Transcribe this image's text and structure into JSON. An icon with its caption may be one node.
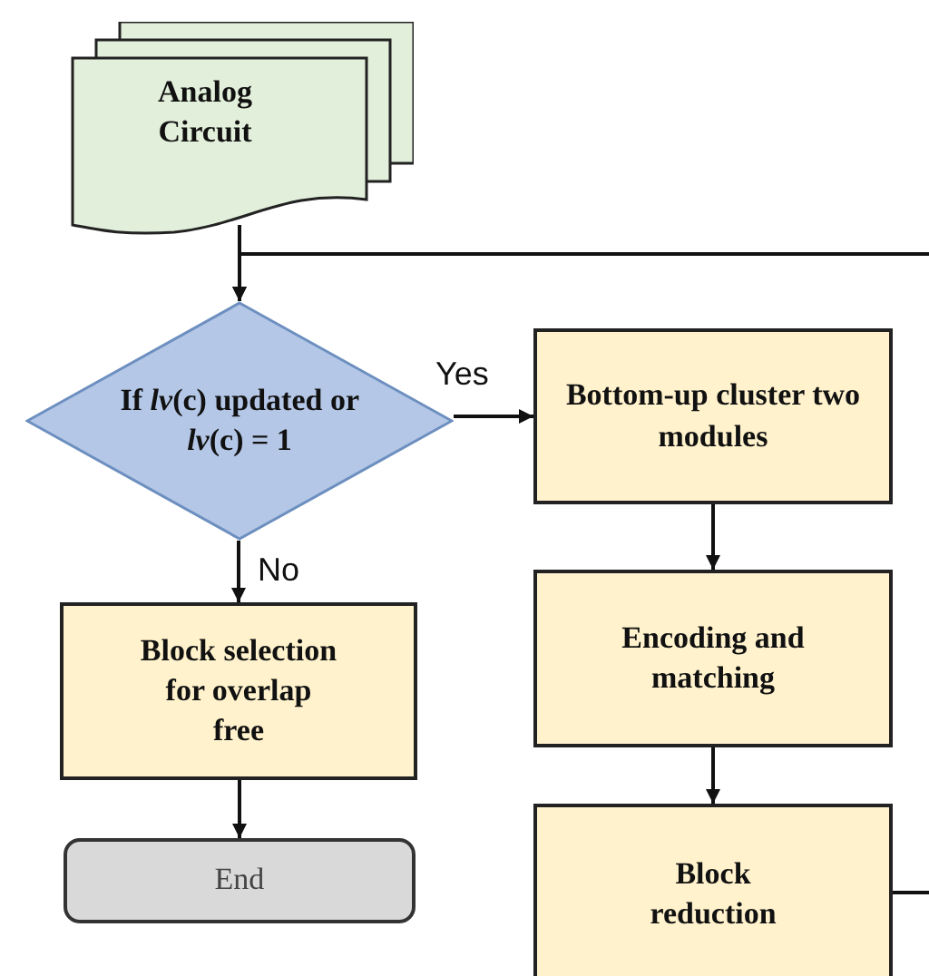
{
  "diagram": {
    "nodes": [
      {
        "text": [
          "Analog Circuit"
        ]
      },
      {
        "text": [
          "If *lv*(c) updated or *lv*(c) = 1"
        ]
      },
      {
        "text": [
          "Bottom-up cluster two modules"
        ]
      },
      {
        "text": [
          "Encoding and matching"
        ]
      },
      {
        "text": [
          "Block reduction"
        ]
      },
      {
        "text": [
          "Block selection for overlap free"
        ]
      },
      {
        "text": [
          "End"
        ]
      }
    ],
    "edges": [
      {
        "from": 0,
        "to": 1,
        "arrow": "to"
      },
      {
        "from": 1,
        "to": 2,
        "arrow": "to",
        "label": "Yes"
      },
      {
        "from": 2,
        "to": 3,
        "arrow": "to"
      },
      {
        "from": 3,
        "to": 4,
        "arrow": "to"
      },
      {
        "from": 1,
        "to": 5,
        "arrow": "to",
        "label": "No"
      },
      {
        "from": 5,
        "to": 6,
        "arrow": "to"
      },
      {
        "from": 4,
        "to": null,
        "arrow": "none"
      },
      {
        "from": null,
        "to": 1,
        "arrow": "to"
      }
    ]
  }
}
